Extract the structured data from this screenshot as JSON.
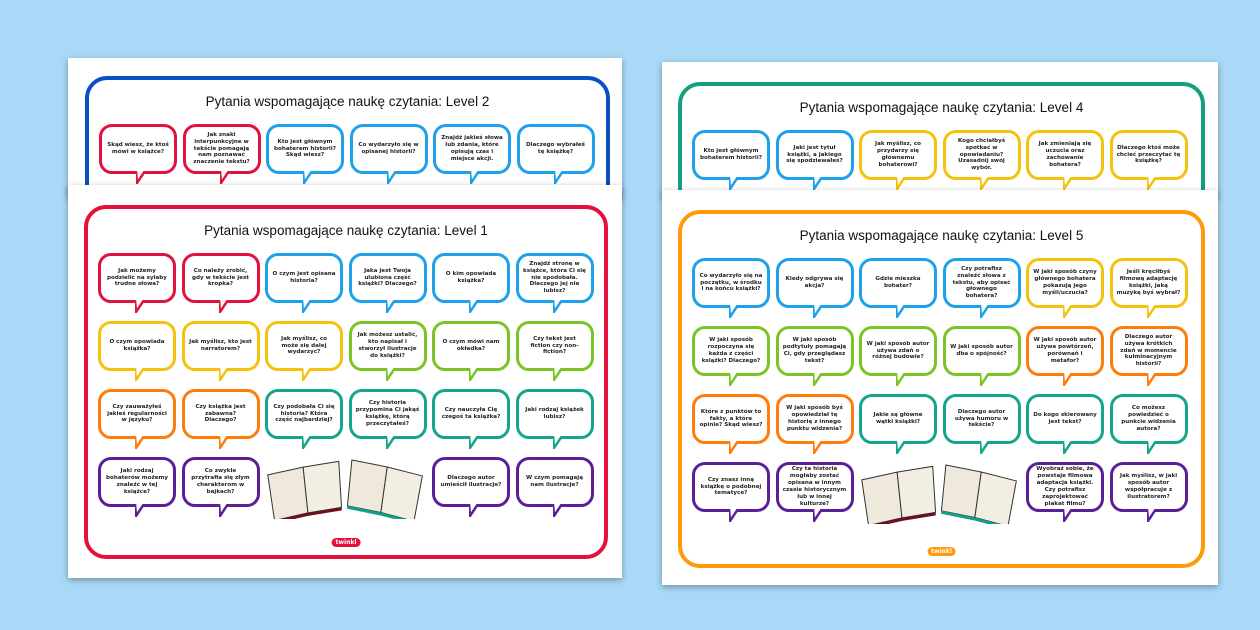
{
  "colors": {
    "red": "#e2123c",
    "blue": "#1da1ea",
    "yellow": "#f4c20d",
    "green": "#7ac524",
    "orange": "#ff7b0a",
    "teal": "#14a58c",
    "purple": "#5b2098"
  },
  "logo_text": "twinkl",
  "sheets": [
    {
      "title": "Pytania wspomagające naukę czytania: Level 2",
      "frame": "#0a4fc4",
      "logo": false,
      "rows": [
        [
          {
            "text": "Skąd wiesz, że ktoś mówi w książce?",
            "c": "red"
          },
          {
            "text": "Jak znaki interpunkcyjne w tekście pomagają nam poznawać znaczenie tekstu?",
            "c": "red"
          },
          {
            "text": "Kto jest głównym bohaterem historii? Skąd wiesz?",
            "c": "blue"
          },
          {
            "text": "Co wydarzyło się w opisanej historii?",
            "c": "blue"
          },
          {
            "text": "Znajdź jakieś słowa lub zdania, które opisują czas i miejsce akcji.",
            "c": "blue"
          },
          {
            "text": "Dlaczego wybrałeś tę książkę?",
            "c": "blue"
          }
        ]
      ]
    },
    {
      "title": "Pytania wspomagające naukę czytania: Level 4",
      "frame": "#13a07e",
      "logo": false,
      "rows": [
        [
          {
            "text": "Kto jest głównym bohaterem historii?",
            "c": "blue"
          },
          {
            "text": "Jaki jest tytuł książki, a jakiego się spodziewałeś?",
            "c": "blue"
          },
          {
            "text": "Jak myślisz, co przydarzy się głównemu bohaterowi?",
            "c": "yellow"
          },
          {
            "text": "Kogo chciałbyś spotkać w opowiadaniu? Uzasadnij swój wybór.",
            "c": "yellow"
          },
          {
            "text": "Jak zmieniają się uczucia oraz zachowanie bohatera?",
            "c": "yellow"
          },
          {
            "text": "Dlaczego ktoś może chcieć przeczytać tę książkę?",
            "c": "yellow"
          }
        ]
      ]
    },
    {
      "title": "Pytania wspomagające naukę czytania: Level 1",
      "frame": "#e2123c",
      "logo": "#e2123c",
      "rows": [
        [
          {
            "text": "Jak możemy podzielić na sylaby trudne słowa?",
            "c": "red"
          },
          {
            "text": "Co należy zrobić, gdy w tekście jest kropka?",
            "c": "red"
          },
          {
            "text": "O czym jest opisana historia?",
            "c": "blue"
          },
          {
            "text": "Jaka jest Twoja ulubiona część książki? Dlaczego?",
            "c": "blue"
          },
          {
            "text": "O kim opowiada książka?",
            "c": "blue"
          },
          {
            "text": "Znajdź stronę w książce, która Ci się nie spodobała. Dlaczego jej nie lubisz?",
            "c": "blue"
          }
        ],
        [
          {
            "text": "O czym opowiada książka?",
            "c": "yellow"
          },
          {
            "text": "Jak myślisz, kto jest narratorem?",
            "c": "yellow"
          },
          {
            "text": "Jak myślisz, co może się dalej wydarzyć?",
            "c": "yellow"
          },
          {
            "text": "Jak możesz ustalić, kto napisał i stworzył ilustracje do książki?",
            "c": "green"
          },
          {
            "text": "O czym mówi nam okładka?",
            "c": "green"
          },
          {
            "text": "Czy tekst jest fiction czy non-fiction?",
            "c": "green"
          }
        ],
        [
          {
            "text": "Czy zauważyłeś jakieś regularności w języku?",
            "c": "orange"
          },
          {
            "text": "Czy książka jest zabawna? Dlaczego?",
            "c": "orange"
          },
          {
            "text": "Czy podobała Ci się historia? Która część najbardziej?",
            "c": "teal"
          },
          {
            "text": "Czy historia przypomina Ci jakąś książkę, którą przeczytałeś?",
            "c": "teal"
          },
          {
            "text": "Czy nauczyła Cię czegoś ta książka?",
            "c": "teal"
          },
          {
            "text": "Jaki rodzaj książek lubisz?",
            "c": "teal"
          }
        ],
        [
          {
            "text": "Jaki rodzaj bohaterów możemy znaleźć w tej książce?",
            "c": "purple"
          },
          {
            "text": "Co zwykle przytrafia się złym charakterom w bajkach?",
            "c": "purple"
          },
          {
            "books": true
          },
          {
            "text": "Dlaczego autor umieścił ilustracje?",
            "c": "purple"
          },
          {
            "text": "W czym pomagają nam ilustracje?",
            "c": "purple"
          }
        ]
      ]
    },
    {
      "title": "Pytania wspomagające naukę czytania: Level 5",
      "frame": "#ff9a0a",
      "logo": "#ff9a0a",
      "rows": [
        [
          {
            "text": "Co wydarzyło się na początku, w środku i na końcu książki?",
            "c": "blue"
          },
          {
            "text": "Kiedy odgrywa się akcja?",
            "c": "blue"
          },
          {
            "text": "Gdzie mieszka bohater?",
            "c": "blue"
          },
          {
            "text": "Czy potrafisz znaleźć słowa z tekstu, aby opisać głównego bohatera?",
            "c": "blue"
          },
          {
            "text": "W jaki sposób czyny głównego bohatera pokazują jego myśli/uczucia?",
            "c": "yellow"
          },
          {
            "text": "Jeśli kręciłbyś filmową adaptację książki, jaką muzykę byś wybrał?",
            "c": "yellow"
          }
        ],
        [
          {
            "text": "W jaki sposób rozpoczyna się każda z części książki? Dlaczego?",
            "c": "green"
          },
          {
            "text": "W jaki sposób podtytuły pomagają Ci, gdy przeglądasz tekst?",
            "c": "green"
          },
          {
            "text": "W jaki sposób autor używa zdań o różnej budowie?",
            "c": "green"
          },
          {
            "text": "W jaki sposób autor dba o spójność?",
            "c": "green"
          },
          {
            "text": "W jaki sposób autor używa powtórzeń, porównań i metafor?",
            "c": "orange"
          },
          {
            "text": "Dlaczego autor używa krótkich zdań w momencie kulminacyjnym historii?",
            "c": "orange"
          }
        ],
        [
          {
            "text": "Które z punktów to fakty, a które opinie? Skąd wiesz?",
            "c": "orange"
          },
          {
            "text": "W jaki sposób byś opowiedział tę historię z innego punktu widzenia?",
            "c": "orange"
          },
          {
            "text": "Jakie są główne wątki książki?",
            "c": "teal"
          },
          {
            "text": "Dlaczego autor używa humoru w tekście?",
            "c": "teal"
          },
          {
            "text": "Do kogo skierowany jest tekst?",
            "c": "teal"
          },
          {
            "text": "Co możesz powiedzieć o punkcie widzenia autora?",
            "c": "teal"
          }
        ],
        [
          {
            "text": "Czy znasz inną książkę o podobnej tematyce?",
            "c": "purple"
          },
          {
            "text": "Czy ta historia mogłaby zostać opisana w innym czasie historycznym lub w innej kulturze?",
            "c": "purple"
          },
          {
            "books": true
          },
          {
            "text": "Wyobraź sobie, że powstaje filmowa adaptacja książki. Czy potrafisz zaprojektować plakat filmu?",
            "c": "purple"
          },
          {
            "text": "Jak myślisz, w jaki sposób autor współpracuje z ilustratorem?",
            "c": "purple"
          }
        ]
      ]
    }
  ]
}
